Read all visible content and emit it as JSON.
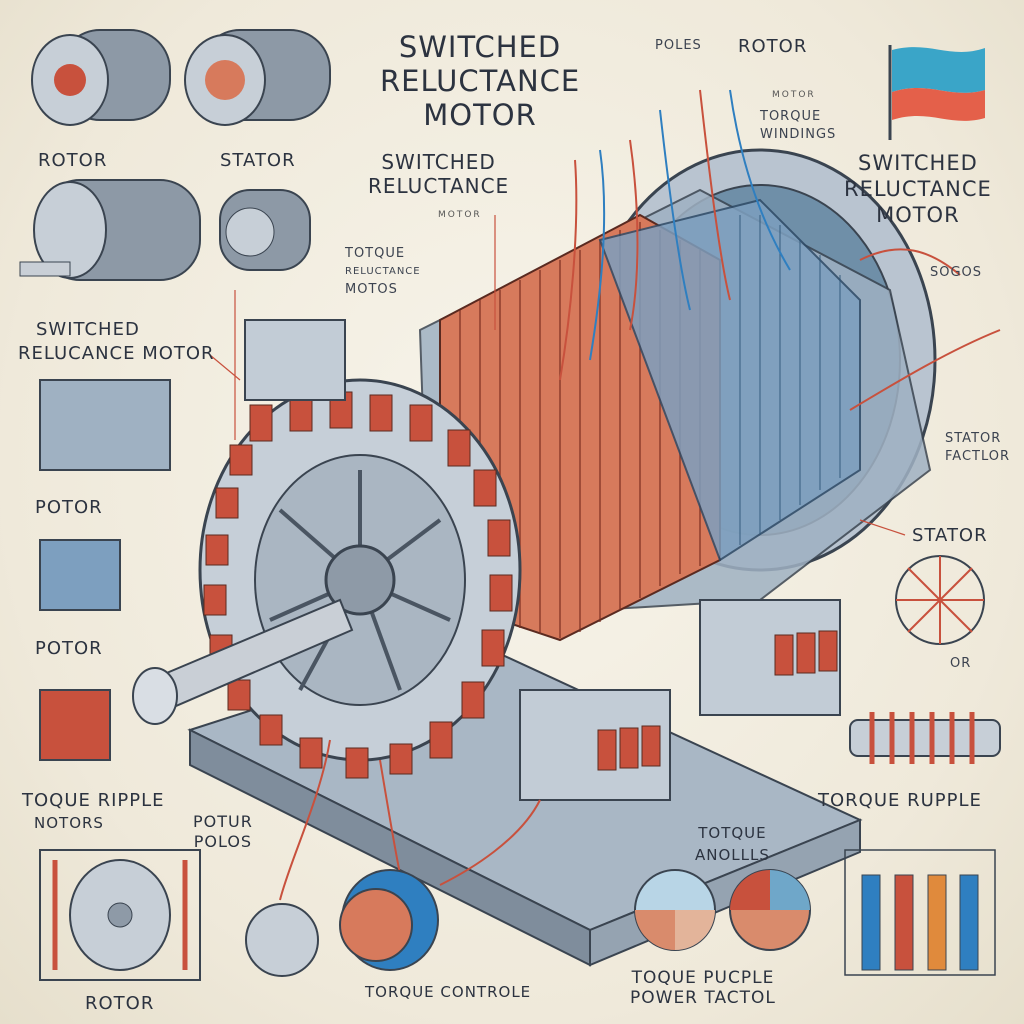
{
  "title": {
    "line1": "SWITCHED",
    "line2": "RELUCTANCE",
    "line3": "MOTOR"
  },
  "labels": {
    "rotor_top": "ROTOR",
    "stator_top": "STATOR",
    "switched_reluctance_mid": "SWITCHED",
    "switched_reluctance_mid2": "RELUCTANCE",
    "motor_small": "MOTOR",
    "torque_mid": "TOTQUE",
    "torque_mid2": "RELUCTANCE",
    "torque_mid3": "MOTOS",
    "switched_left1": "SWITCHED",
    "switched_left2": "RELUCANCE MOTOR",
    "potor_1": "POTOR",
    "potor_2": "POTOR",
    "torque_ripple_left1": "TOQUE RIPPLE",
    "torque_ripple_left2": "NOTORS",
    "potur_polos1": "POTUR",
    "potur_polos2": "POLOS",
    "rotor_bottom": "ROTOR",
    "torque_controle": "TORQUE CONTROLE",
    "totque_anollls1": "TOTQUE",
    "totque_anollls2": "ANOLLLS",
    "toque_ruple1": "TOQUE PUCPLE",
    "toque_ruple2": "POWER TACTOL",
    "torque_ripple_right": "TORQUE RUPPLE",
    "stator_right": "STATOR",
    "stator_factor1": "STATOR",
    "stator_factor2": "FACTLOR",
    "sr_right1": "SWITCHED",
    "sr_right2": "RELUCTANCE",
    "sr_right3": "MOTOR",
    "poles_top": "POLES",
    "rotor_top_right": "ROTOR",
    "torque_windings1": "TORQUE",
    "torque_windings2": "WINDINGS",
    "motor_label_top": "MOTOR",
    "scribble_sogos": "SOGOS",
    "scribble_or": "OR"
  },
  "colors": {
    "copper": "#c8513d",
    "steel": "#9aa5b1",
    "blue_wire": "#2f7fc0",
    "ink": "#2c3340"
  }
}
